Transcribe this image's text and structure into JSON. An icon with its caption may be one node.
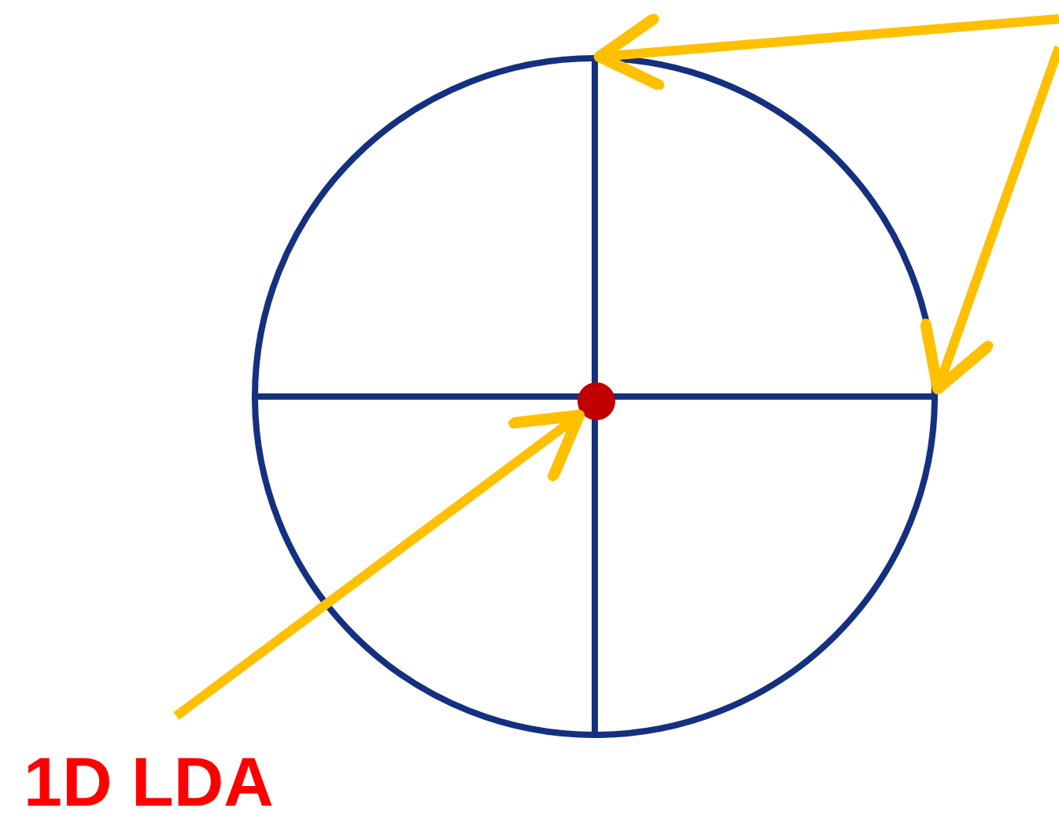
{
  "diagram": {
    "nodes": [
      {
        "text": [
          "1D LDA"
        ]
      },
      {
        "text": [],
        "shape": "circle"
      },
      {
        "text": [],
        "shape": "circle",
        "in": 1
      }
    ],
    "edges": [
      {
        "from": 0,
        "to": 2,
        "arrow": "to"
      },
      {
        "from": null,
        "to": 1,
        "arrow": "to"
      },
      {
        "from": null,
        "to": 1,
        "arrow": "to"
      }
    ]
  }
}
